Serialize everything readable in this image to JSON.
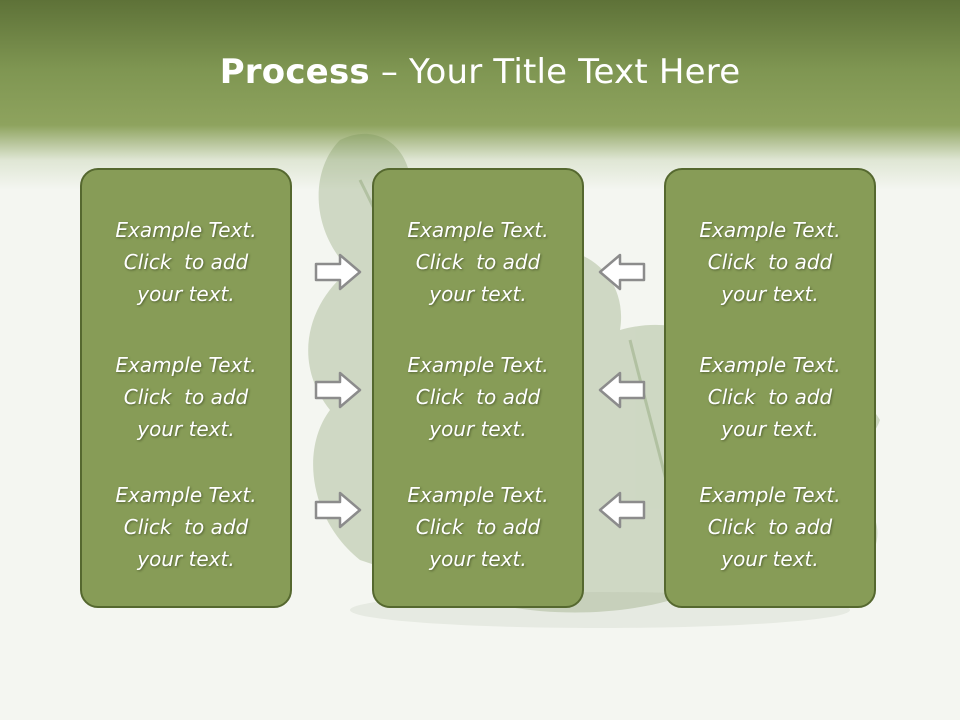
{
  "title": {
    "bold": "Process",
    "rest": " – Your Title Text Here"
  },
  "columns": [
    {
      "cells": [
        [
          "Example Text.",
          "Click  to add",
          "your text."
        ],
        [
          "Example Text.",
          "Click  to add",
          "your text."
        ],
        [
          "Example Text.",
          "Click  to add",
          "your text."
        ]
      ]
    },
    {
      "cells": [
        [
          "Example Text.",
          "Click  to add",
          "your text."
        ],
        [
          "Example Text.",
          "Click  to add",
          "your text."
        ],
        [
          "Example Text.",
          "Click  to add",
          "your text."
        ]
      ]
    },
    {
      "cells": [
        [
          "Example Text.",
          "Click  to add",
          "your text."
        ],
        [
          "Example Text.",
          "Click  to add",
          "your text."
        ],
        [
          "Example Text.",
          "Click  to add",
          "your text."
        ]
      ]
    }
  ],
  "colors": {
    "header": "#7f9652",
    "panel_fill": "#879c57",
    "panel_border": "#55682f",
    "arrow_fill": "#ffffff",
    "arrow_stroke": "#8c8c8c"
  },
  "icons": {
    "left_arrows": "arrow-right-icon",
    "right_arrows": "arrow-left-icon"
  }
}
